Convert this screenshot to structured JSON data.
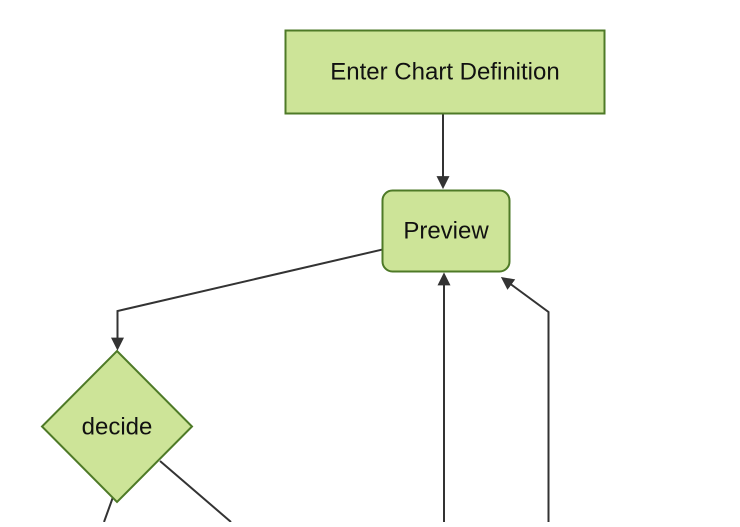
{
  "colors": {
    "background": "#ffffff",
    "node_fill": "#cde498",
    "node_border": "#4e7a27",
    "edge_color": "#333333",
    "text_color": "#111111"
  },
  "diagram": {
    "type": "flowchart",
    "direction": "top-down",
    "nodes": [
      {
        "id": "enter-chart-definition",
        "label": "Enter Chart Definition",
        "shape": "rectangle"
      },
      {
        "id": "preview",
        "label": "Preview",
        "shape": "rounded-rectangle"
      },
      {
        "id": "decide",
        "label": "decide",
        "shape": "diamond"
      }
    ],
    "edges": [
      {
        "from": "enter-chart-definition",
        "to": "preview",
        "arrowhead": true
      },
      {
        "from": "preview",
        "to": "decide",
        "arrowhead": true
      },
      {
        "from": "offscreen-bottom",
        "to": "preview",
        "arrowhead": true
      },
      {
        "from": "offscreen-bottom-right",
        "to": "preview",
        "arrowhead": true
      },
      {
        "from": "decide",
        "to": "offscreen-bottom-left",
        "arrowhead": false
      },
      {
        "from": "decide",
        "to": "offscreen-bottom-right",
        "arrowhead": false
      }
    ]
  }
}
